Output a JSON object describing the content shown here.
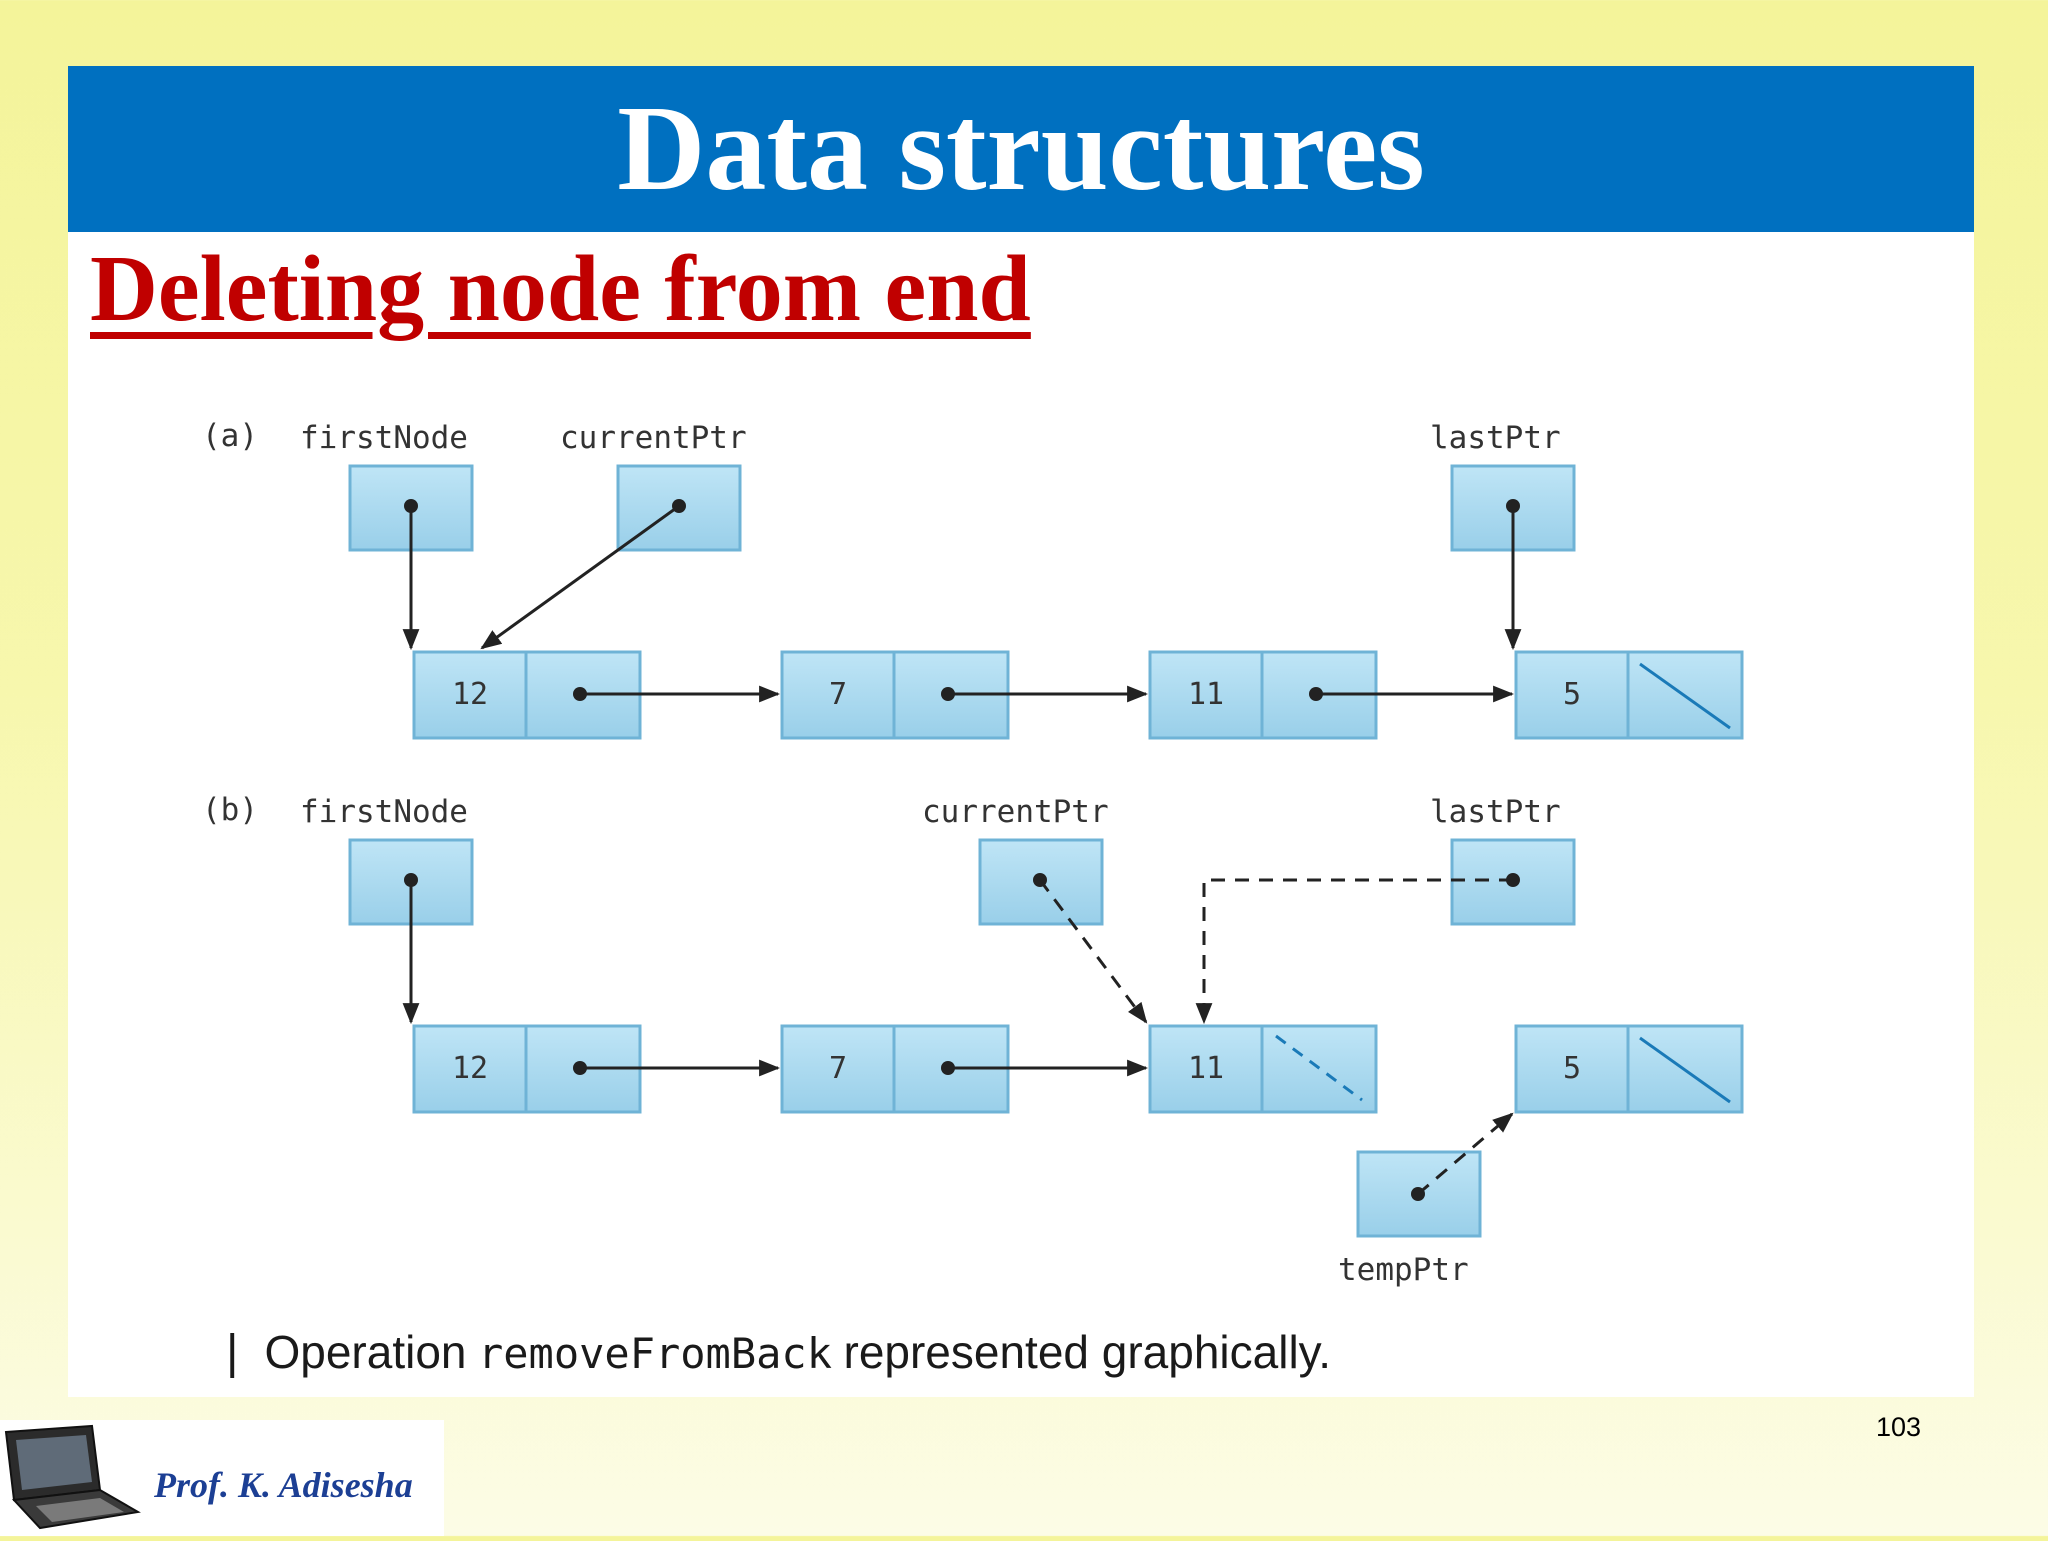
{
  "slide": {
    "title": "Data structures",
    "subtitle": "Deleting node from end",
    "page_number": "103"
  },
  "diagram": {
    "panel_a": {
      "tag": "(a)",
      "labels": {
        "first": "firstNode",
        "current": "currentPtr",
        "last": "lastPtr"
      },
      "nodes": [
        "12",
        "7",
        "11",
        "5"
      ]
    },
    "panel_b": {
      "tag": "(b)",
      "labels": {
        "first": "firstNode",
        "current": "currentPtr",
        "last": "lastPtr",
        "temp": "tempPtr"
      },
      "nodes": [
        "12",
        "7",
        "11",
        "5"
      ]
    },
    "colors": {
      "box_fill": "#a8d8ef",
      "box_edge": "#6fb3d6",
      "arrow": "#222222"
    }
  },
  "caption": {
    "bar": "|",
    "prefix": "Operation",
    "code": "removeFromBack",
    "suffix": "represented graphically."
  },
  "footer": {
    "author": "Prof. K. Adisesha",
    "logo_icon": "laptop-icon"
  }
}
